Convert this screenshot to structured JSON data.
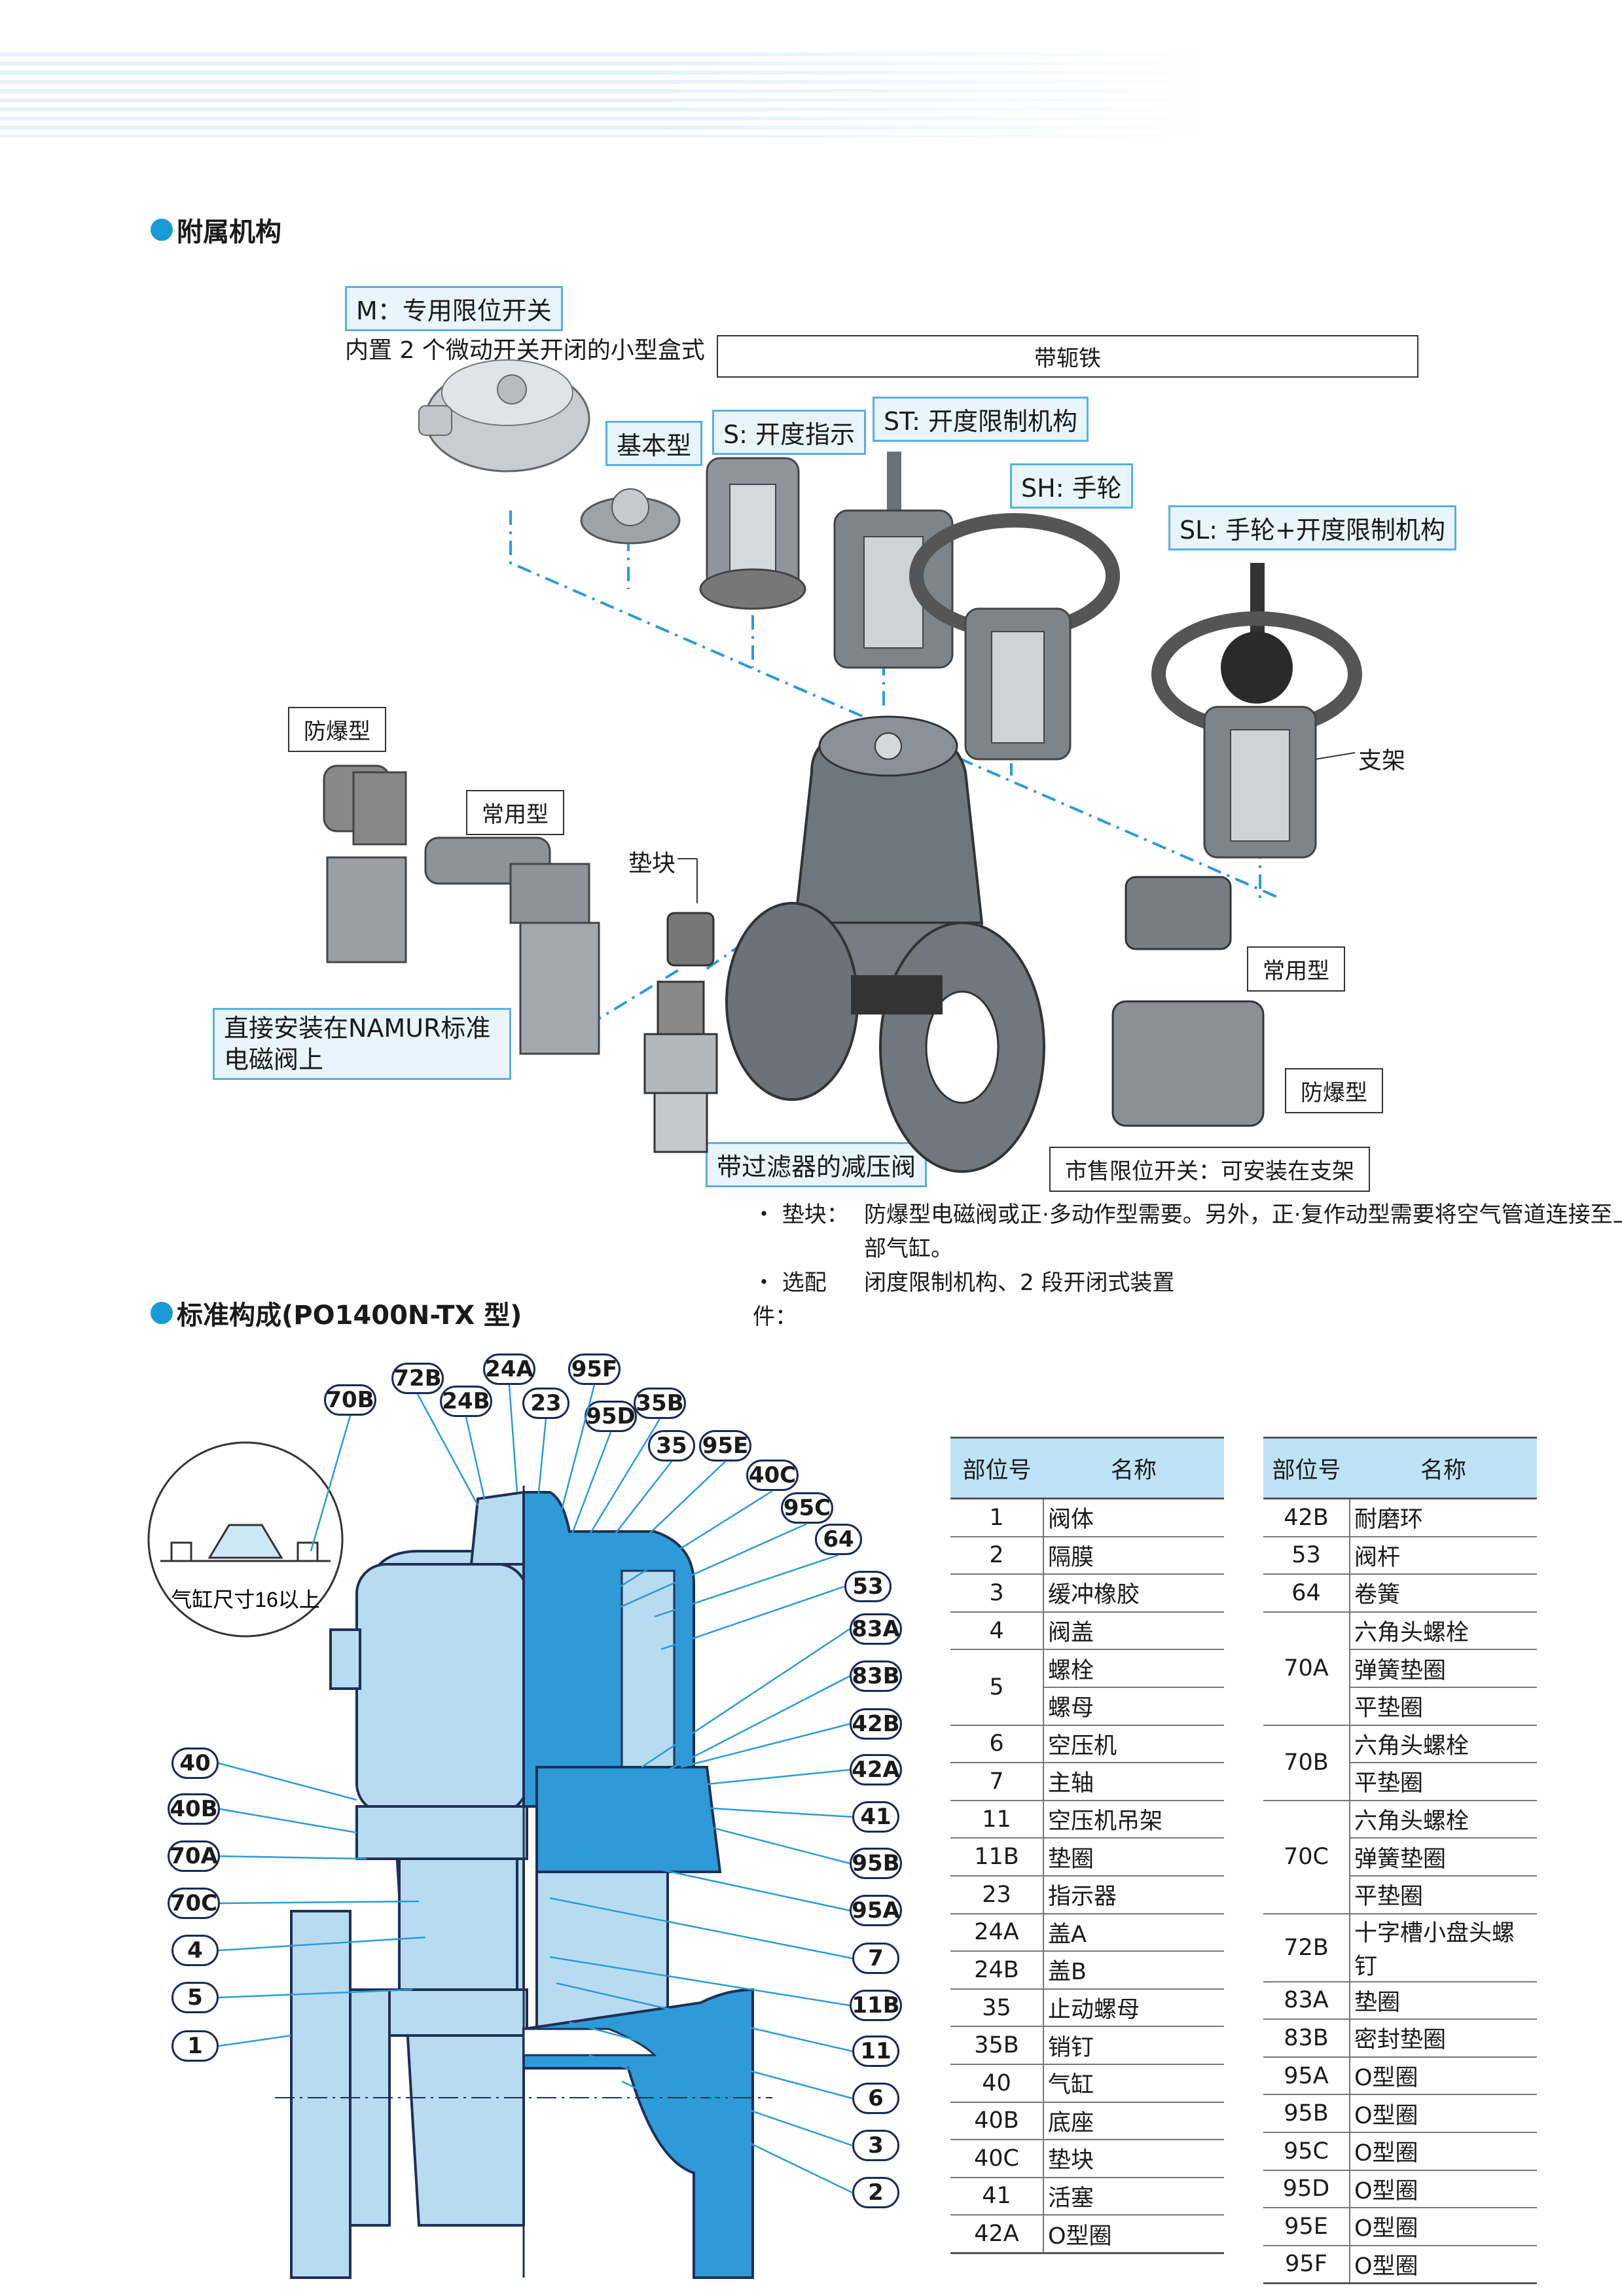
{
  "section1": {
    "title": "附属机构",
    "m_box": "M：专用限位开关",
    "m_desc": "内置 2 个微动开关开闭的小型盒式",
    "yoke_bar": "带轭铁",
    "basic": "基本型",
    "s_box": "S: 开度指示",
    "st_box": "ST: 开度限制机构",
    "sh_box": "SH: 手轮",
    "sl_box": "SL: 手轮+开度限制机构",
    "bracket": "支架",
    "explosion_proof_1": "防爆型",
    "standard_1": "常用型",
    "spacer": "垫块",
    "namur": "直接安装在NAMUR标准电磁阀上",
    "filter_regulator": "带过滤器的减压阀",
    "standard_2": "常用型",
    "explosion_proof_2": "防爆型",
    "commercial_switch": "市售限位开关：可安装在支架"
  },
  "notes": [
    {
      "key": "・ 垫块：",
      "value": "防爆型电磁阀或正·多动作型需要。另外，正·复作动型需要将空气管道连接至上部气缸。"
    },
    {
      "key": "・ 选配件：",
      "value": "闭度限制机构、2 段开闭式装置"
    }
  ],
  "section2": {
    "title": "标准构成(PO1400N-TX 型)",
    "inset_label": "气缸尺寸16以上",
    "callouts_top": [
      "70B",
      "72B",
      "24B",
      "24A",
      "23",
      "95F",
      "95D",
      "35B",
      "35",
      "95E",
      "40C",
      "95C",
      "64"
    ],
    "callouts_right": [
      "53",
      "83A",
      "83B",
      "42B",
      "42A",
      "41",
      "95B",
      "95A",
      "7",
      "11B",
      "11",
      "6",
      "3",
      "2"
    ],
    "callouts_left": [
      "40",
      "40B",
      "70A",
      "70C",
      "4",
      "5",
      "1"
    ]
  },
  "table_left": {
    "headers": [
      "部位号",
      "名称"
    ],
    "rows": [
      [
        "1",
        "阀体"
      ],
      [
        "2",
        "隔膜"
      ],
      [
        "3",
        "缓冲橡胶"
      ],
      [
        "4",
        "阀盖"
      ],
      [
        "5",
        "螺栓"
      ],
      [
        "",
        "螺母"
      ],
      [
        "6",
        "空压机"
      ],
      [
        "7",
        "主轴"
      ],
      [
        "11",
        "空压机吊架"
      ],
      [
        "11B",
        "垫圈"
      ],
      [
        "23",
        "指示器"
      ],
      [
        "24A",
        "盖A"
      ],
      [
        "24B",
        "盖B"
      ],
      [
        "35",
        "止动螺母"
      ],
      [
        "35B",
        "销钉"
      ],
      [
        "40",
        "气缸"
      ],
      [
        "40B",
        "底座"
      ],
      [
        "40C",
        "垫块"
      ],
      [
        "41",
        "活塞"
      ],
      [
        "42A",
        "O型圈"
      ]
    ]
  },
  "table_right": {
    "headers": [
      "部位号",
      "名称"
    ],
    "rows": [
      [
        "42B",
        "耐磨环"
      ],
      [
        "53",
        "阀杆"
      ],
      [
        "64",
        "卷簧"
      ],
      [
        "70A",
        "六角头螺栓"
      ],
      [
        "",
        "弹簧垫圈"
      ],
      [
        "",
        "平垫圈"
      ],
      [
        "70B",
        "六角头螺栓"
      ],
      [
        "",
        "平垫圈"
      ],
      [
        "70C",
        "六角头螺栓"
      ],
      [
        "",
        "弹簧垫圈"
      ],
      [
        "",
        "平垫圈"
      ],
      [
        "72B",
        "十字槽小盘头螺钉"
      ],
      [
        "83A",
        "垫圈"
      ],
      [
        "83B",
        "密封垫圈"
      ],
      [
        "95A",
        "O型圈"
      ],
      [
        "95B",
        "O型圈"
      ],
      [
        "95C",
        "O型圈"
      ],
      [
        "95D",
        "O型圈"
      ],
      [
        "95E",
        "O型圈"
      ],
      [
        "95F",
        "O型圈"
      ]
    ]
  },
  "colors": {
    "accent": "#1a9ad6",
    "section_blue": "#5ab0de",
    "valve_light": "#b7dcf2",
    "valve_dark": "#2e9ad8"
  }
}
